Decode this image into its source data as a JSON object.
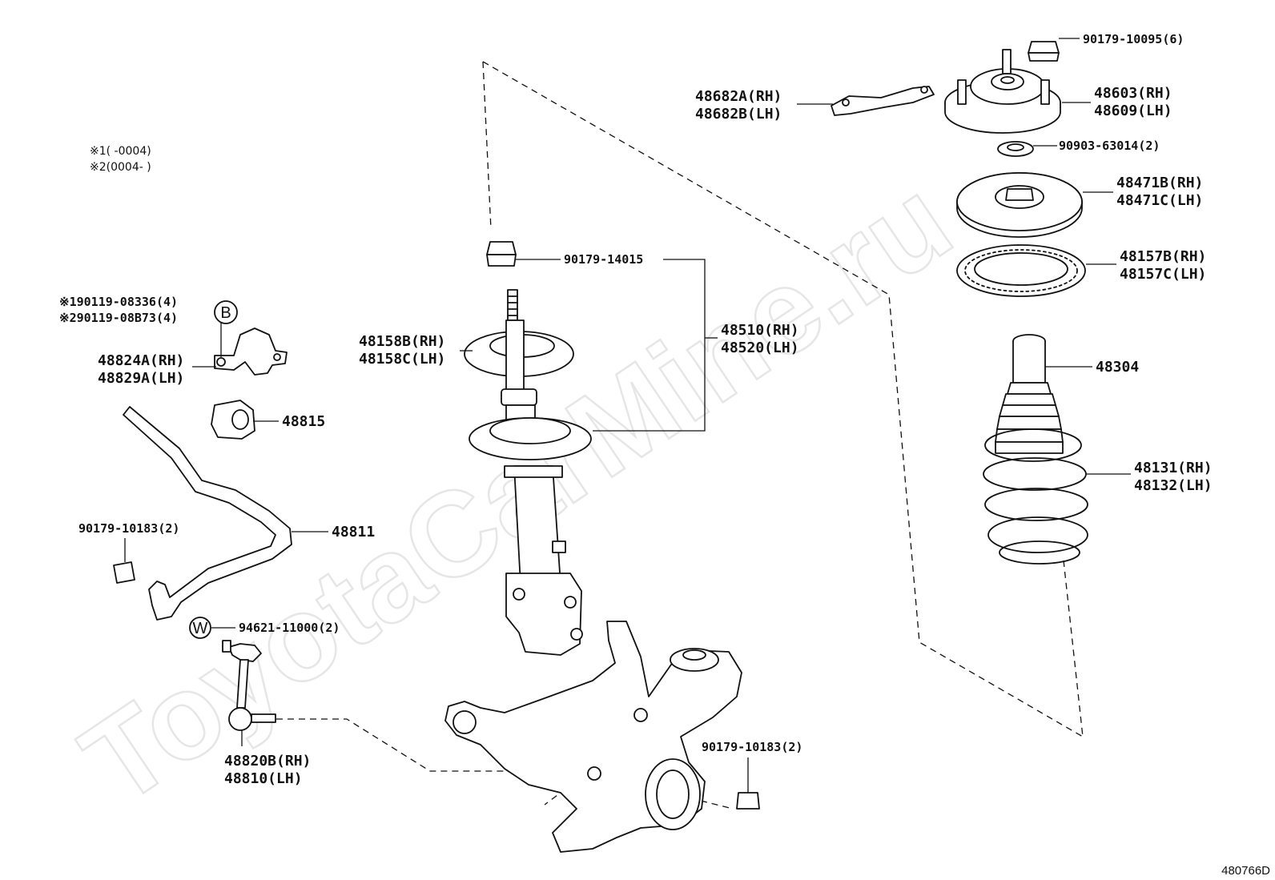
{
  "watermark": "ToyotaCarMine.ru",
  "diagram_code": "480766D",
  "notes": {
    "note1": "※1(      -0004)",
    "note2": "※2(0004-      )"
  },
  "labels": {
    "bolt_top": "90179-10095(6)",
    "strut_mount_rh": "48603(RH)",
    "strut_mount_lh": "48609(LH)",
    "bracket_rh": "48682A(RH)",
    "bracket_lh": "48682B(LH)",
    "bearing": "90903-63014(2)",
    "upper_seat_rh": "48471B(RH)",
    "upper_seat_lh": "48471C(LH)",
    "insulator_rh": "48157B(RH)",
    "insulator_lh": "48157C(LH)",
    "bump_stop": "48304",
    "spring_rh": "48131(RH)",
    "spring_lh": "48132(LH)",
    "strut_nut": "90179-14015",
    "absorber_rh": "48510(RH)",
    "absorber_lh": "48520(LH)",
    "lower_insulator_rh": "48158B(RH)",
    "lower_insulator_lh": "48158C(LH)",
    "bolt_note1": "※190119-08336(4)",
    "bolt_note2": "※290119-08B73(4)",
    "bushing_bracket_rh": "48824A(RH)",
    "bushing_bracket_lh": "48829A(LH)",
    "bushing": "48815",
    "stabilizer_nut": "90179-10183(2)",
    "stabilizer_bar": "48811",
    "washer": "94621-11000(2)",
    "link_rh": "48820B(RH)",
    "link_lh": "48810(LH)",
    "knuckle_nut": "90179-10183(2)"
  },
  "circle_marks": {
    "b": "B",
    "w": "W"
  }
}
